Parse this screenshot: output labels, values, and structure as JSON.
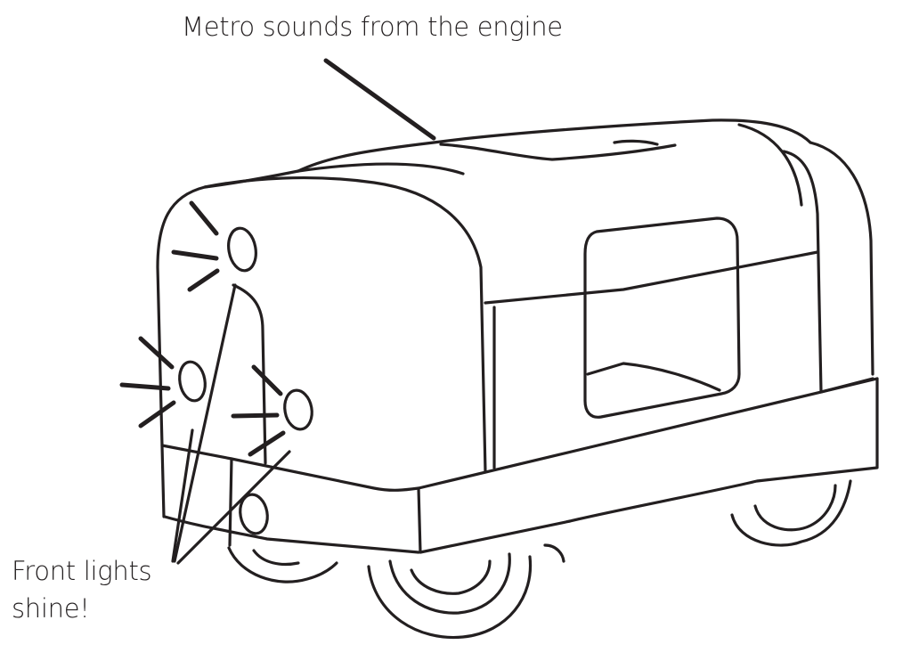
{
  "labels": {
    "engine_sound": "Metro sounds from the engine",
    "front_lights_line1": "Front lights",
    "front_lights_line2": "shine!"
  },
  "colors": {
    "ink": "#231f20",
    "background": "#ffffff"
  }
}
